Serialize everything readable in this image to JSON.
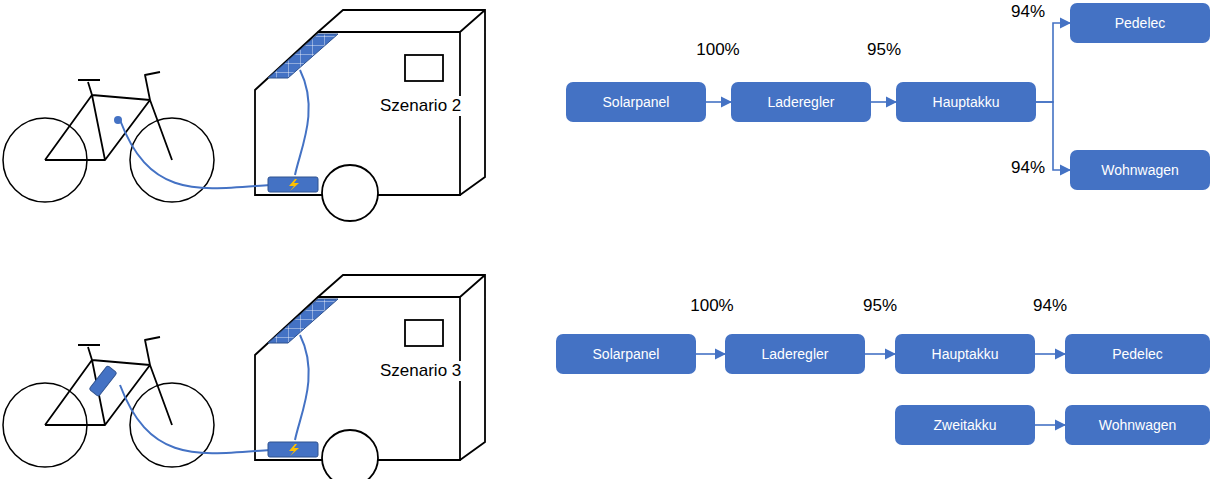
{
  "diagram": {
    "nodes": [
      {
        "text": [
          "Solarpanel"
        ]
      },
      {
        "text": [
          "Laderegler"
        ]
      },
      {
        "text": [
          "Hauptakku"
        ]
      },
      {
        "text": [
          "Pedelec"
        ]
      },
      {
        "text": [
          "Wohnwagen"
        ]
      },
      {
        "text": [
          "Solarpanel"
        ]
      },
      {
        "text": [
          "Laderegler"
        ]
      },
      {
        "text": [
          "Hauptakku"
        ]
      },
      {
        "text": [
          "Pedelec"
        ]
      },
      {
        "text": [
          "Zweitakku"
        ]
      },
      {
        "text": [
          "Wohnwagen"
        ]
      }
    ],
    "edges": [
      {
        "from": 0,
        "to": 1,
        "arrow": "to",
        "label": "100%"
      },
      {
        "from": 1,
        "to": 2,
        "arrow": "to",
        "label": "95%"
      },
      {
        "from": 2,
        "to": 3,
        "arrow": "to",
        "label": "94%"
      },
      {
        "from": 2,
        "to": 4,
        "arrow": "to",
        "label": "94%"
      },
      {
        "from": 5,
        "to": 6,
        "arrow": "to",
        "label": "100%"
      },
      {
        "from": 6,
        "to": 7,
        "arrow": "to",
        "label": "95%"
      },
      {
        "from": 7,
        "to": 8,
        "arrow": "to",
        "label": "94%"
      },
      {
        "from": 9,
        "to": 10,
        "arrow": "to"
      }
    ],
    "labels": [
      "Szenario 2",
      "Szenario 3"
    ]
  }
}
